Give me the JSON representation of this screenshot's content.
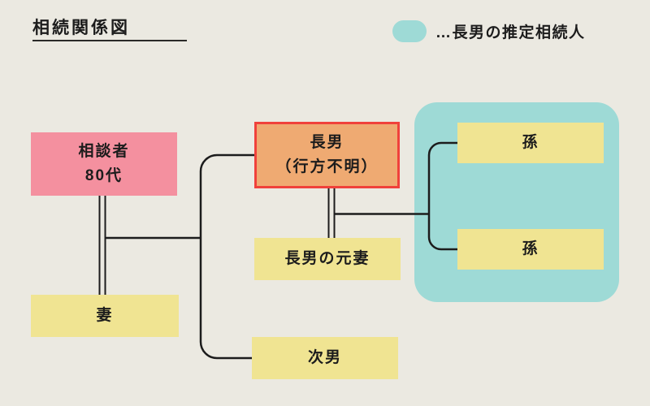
{
  "title": "相続関係図",
  "legend": {
    "label": "…長男の推定相続人",
    "swatch_color": "#9EDAD6"
  },
  "nodes": {
    "consultant": {
      "line1": "相談者",
      "line2": "80代"
    },
    "wife": {
      "label": "妻"
    },
    "eldest_son": {
      "line1": "長男",
      "line2": "（行方不明）"
    },
    "eldest_son_ex_wife": {
      "label": "長男の元妻"
    },
    "second_son": {
      "label": "次男"
    },
    "grandchild_1": {
      "label": "孫"
    },
    "grandchild_2": {
      "label": "孫"
    }
  },
  "colors": {
    "background": "#EBE9E1",
    "consultant_box": "#F4909F",
    "heir_boxes": "#F0E492",
    "missing_person_box": "#EFAA72",
    "missing_person_border": "#F0413B",
    "presumed_heir_group": "#9EDAD6",
    "lines": "#1C1C1C"
  }
}
